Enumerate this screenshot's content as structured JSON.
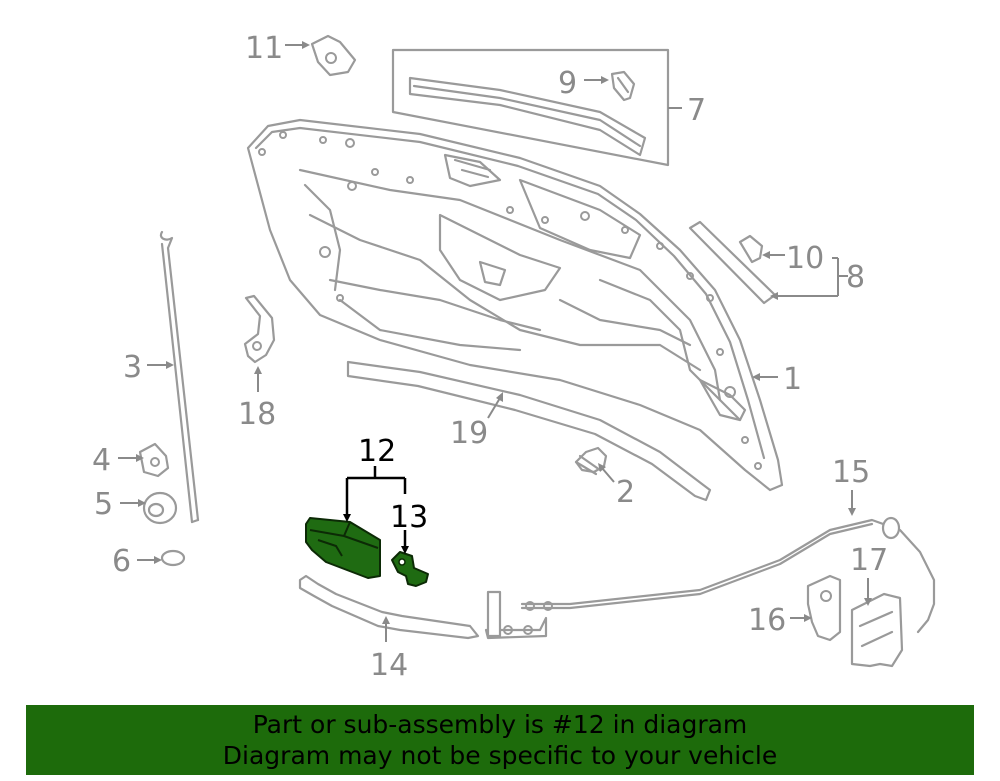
{
  "colors": {
    "highlight_part": "#1f6b12",
    "banner_bg": "#1d6b0b",
    "callout_gray": "#8a8a8a",
    "callout_highlight": "#000000"
  },
  "callouts": {
    "c1": "1",
    "c2": "2",
    "c3": "3",
    "c4": "4",
    "c5": "5",
    "c6": "6",
    "c7": "7",
    "c8": "8",
    "c9": "9",
    "c10": "10",
    "c11": "11",
    "c12": "12",
    "c13": "13",
    "c14": "14",
    "c15": "15",
    "c16": "16",
    "c17": "17",
    "c18": "18",
    "c19": "19"
  },
  "highlighted_parts": [
    "12",
    "13"
  ],
  "banner": {
    "line1": "Part or sub-assembly is #12 in diagram",
    "line2": "Diagram may not be specific to your vehicle"
  }
}
